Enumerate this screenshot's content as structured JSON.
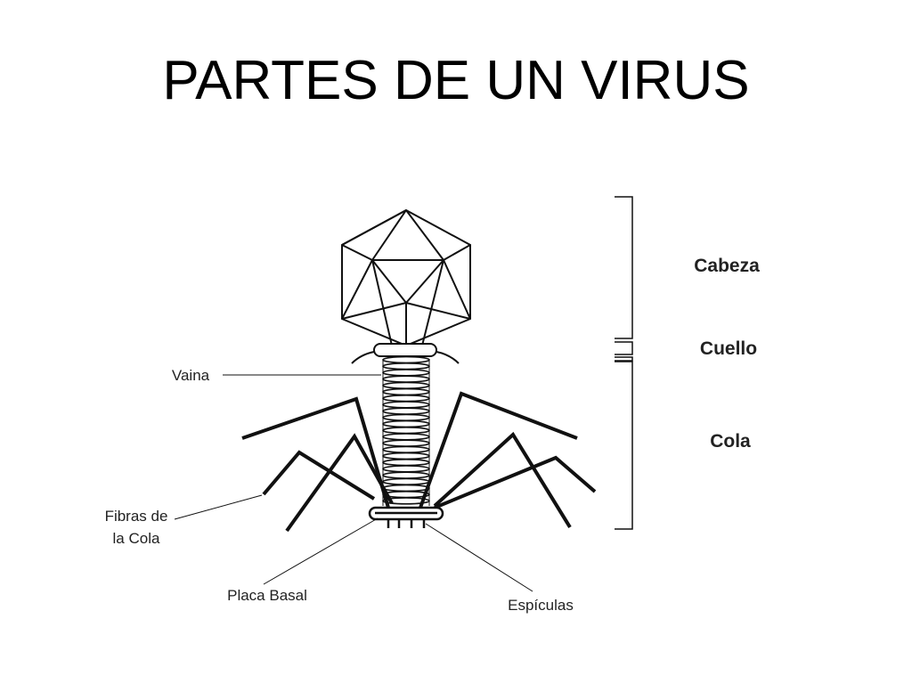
{
  "title": "PARTES DE UN VIRUS",
  "sections": {
    "head": "Cabeza",
    "neck": "Cuello",
    "tail": "Cola"
  },
  "labels": {
    "sheath": "Vaina",
    "tail_fibers_line1": "Fibras de",
    "tail_fibers_line2": "la Cola",
    "base_plate": "Placa Basal",
    "spikes": "Espículas"
  }
}
